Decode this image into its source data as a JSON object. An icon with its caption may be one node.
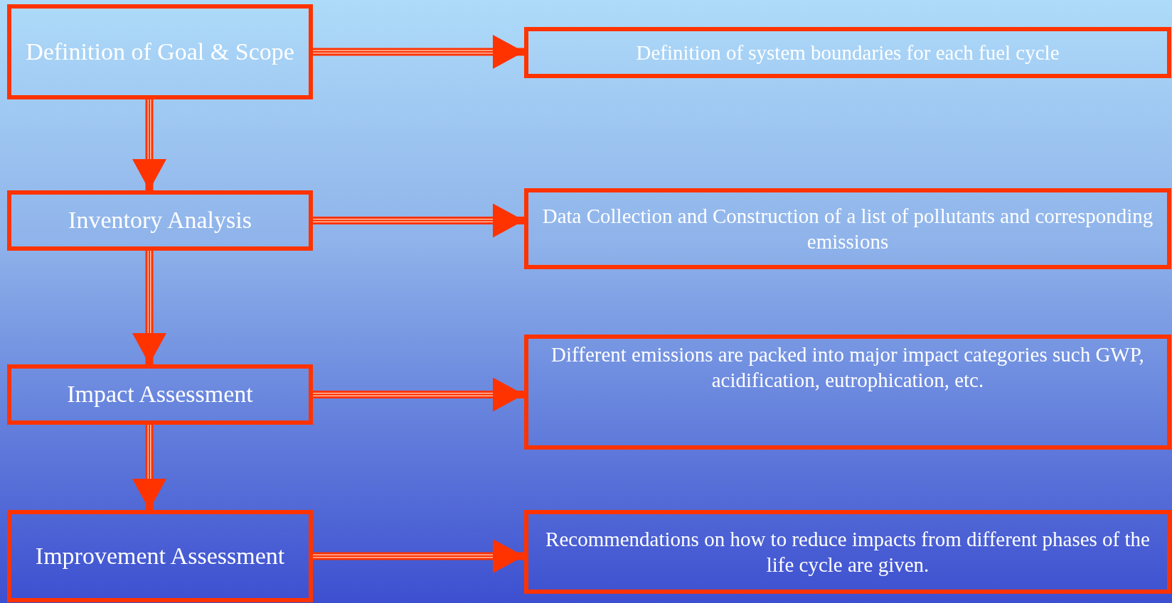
{
  "diagram": {
    "nodes": [
      {
        "text": [
          "Definition of Goal & Scope"
        ]
      },
      {
        "text": [
          "Definition of system boundaries for each fuel cycle"
        ]
      },
      {
        "text": [
          "Inventory Analysis"
        ]
      },
      {
        "text": [
          "Data Collection and Construction of a list of pollutants and corresponding emissions"
        ]
      },
      {
        "text": [
          "Impact Assessment"
        ]
      },
      {
        "text": [
          "Different emissions are packed into major impact categories such GWP, acidification, eutrophication, etc."
        ]
      },
      {
        "text": [
          "Improvement Assessment"
        ]
      },
      {
        "text": [
          "Recommendations on how to reduce impacts from different phases of the life cycle are given."
        ]
      }
    ],
    "edges": [
      {
        "from": 0,
        "to": 1,
        "arrow": "to"
      },
      {
        "from": 0,
        "to": 2,
        "arrow": "to"
      },
      {
        "from": 2,
        "to": 3,
        "arrow": "to"
      },
      {
        "from": 2,
        "to": 4,
        "arrow": "to"
      },
      {
        "from": 4,
        "to": 5,
        "arrow": "to"
      },
      {
        "from": 4,
        "to": 6,
        "arrow": "to"
      },
      {
        "from": 6,
        "to": 7,
        "arrow": "to"
      }
    ]
  }
}
